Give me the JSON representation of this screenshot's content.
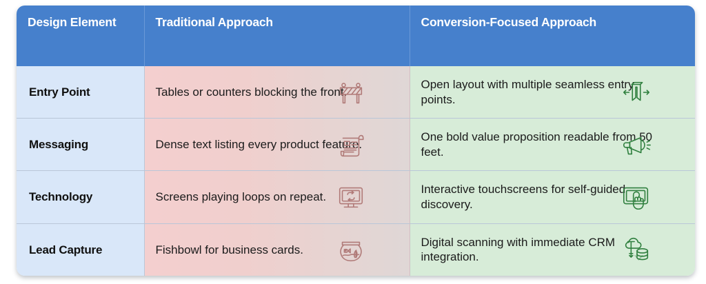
{
  "table": {
    "headers": [
      {
        "label": "Design Element",
        "key": "design-element"
      },
      {
        "label": "Traditional Approach",
        "key": "traditional-approach"
      },
      {
        "label": "Conversion-Focused Approach",
        "key": "conversion-focused-approach"
      }
    ],
    "rows": [
      {
        "element": "Entry Point",
        "traditional": "Tables or counters blocking the front.",
        "traditional_icon": "road-barrier-icon",
        "conversion": "Open layout with multiple seamless entry points.",
        "conversion_icon": "open-gateway-arrows-icon"
      },
      {
        "element": "Messaging",
        "traditional": "Dense text listing every product feature.",
        "traditional_icon": "dense-document-scroll-icon",
        "conversion": "One bold value proposition readable from 50 feet.",
        "conversion_icon": "megaphone-icon"
      },
      {
        "element": "Technology",
        "traditional": "Screens playing loops on repeat.",
        "traditional_icon": "monitor-loop-repeat-icon",
        "conversion": "Interactive touchscreens for self-guided discovery.",
        "conversion_icon": "touchscreen-hand-tap-icon"
      },
      {
        "element": "Lead Capture",
        "traditional": "Fishbowl for business cards.",
        "traditional_icon": "fishbowl-icon",
        "conversion": "Digital scanning with immediate CRM integration.",
        "conversion_icon": "cloud-scan-database-icon"
      }
    ]
  },
  "colors": {
    "header_blue": "#4680cc",
    "header_text": "#ffffff",
    "element_column": "#d9e7f9",
    "traditional_column_start": "#f4cfcf",
    "traditional_column_end": "#dfd7d6",
    "conversion_column": "#d7ecd8",
    "traditional_icon": "#b07a78",
    "conversion_icon": "#2f7f3e",
    "grid_line": "#b9c6d8",
    "page_background": "#ffffff"
  }
}
